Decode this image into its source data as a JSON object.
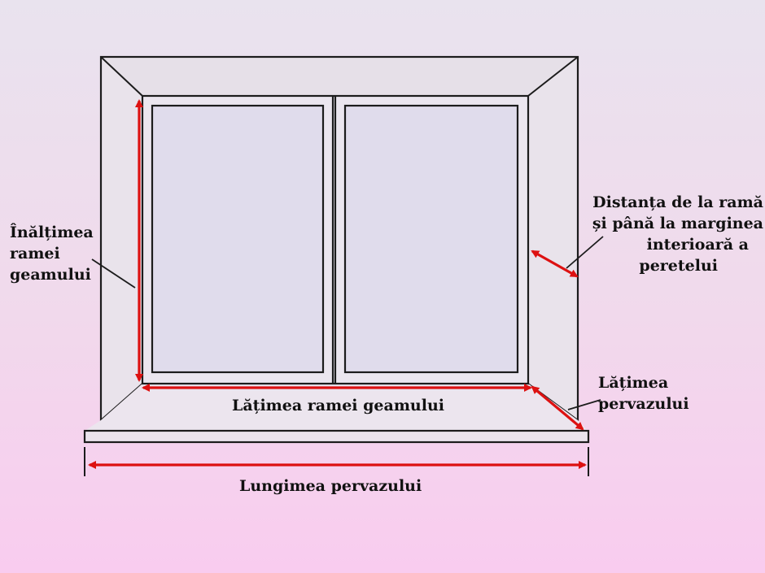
{
  "colors": {
    "outline": "#1c1c1c",
    "arrow": "#dd1111",
    "glass": "#e0dcec",
    "wall": "#e8e1ea",
    "sill": "#ece5ee"
  },
  "labels": {
    "window_height": [
      "Înălțimea",
      "ramei",
      "geamului"
    ],
    "wall_distance": [
      "Distanța de la ramă",
      "și până la marginea",
      "interioară a",
      "peretelui"
    ],
    "frame_width": "Lățimea ramei geamului",
    "sill_width": [
      "Lățimea",
      "pervazului"
    ],
    "sill_length": "Lungimea pervazului"
  }
}
